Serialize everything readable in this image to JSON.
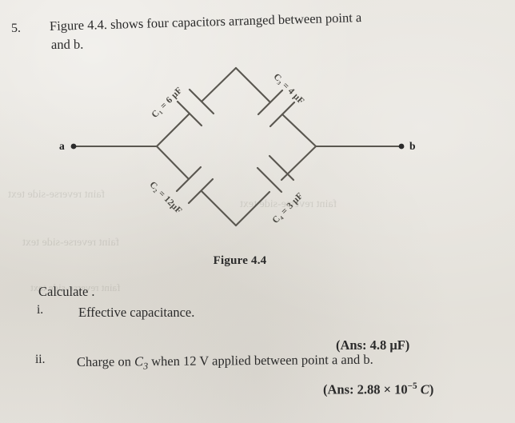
{
  "page": {
    "background_color": "#e6e3dd",
    "ink_color": "#4a4842"
  },
  "question": {
    "number": "5.",
    "line1": "Figure 4.4. shows four capacitors arranged between point a",
    "line2": "and b."
  },
  "figure": {
    "caption": "Figure 4.4",
    "terminals": [
      {
        "name": "a",
        "label": "a"
      },
      {
        "name": "b",
        "label": "b"
      }
    ],
    "capacitors": [
      {
        "id": "C1",
        "label": "C₁ = 6 μF",
        "value": 6,
        "unit": "μF",
        "position": "upper-left"
      },
      {
        "id": "C3",
        "label": "C₃ = 4 μF",
        "value": 4,
        "unit": "μF",
        "position": "upper-right"
      },
      {
        "id": "C2",
        "label": "C₂ = 12μF",
        "value": 12,
        "unit": "μF",
        "position": "lower-left"
      },
      {
        "id": "C4",
        "label": "C₄ = 3 μF",
        "value": 3,
        "unit": "μF",
        "position": "lower-right"
      }
    ]
  },
  "instructions": {
    "calculate": "Calculate .",
    "items": [
      {
        "marker": "i.",
        "text": "Effective capacitance.",
        "answer": "(Ans: 4.8 μF)"
      },
      {
        "marker": "ii.",
        "text_before": "Charge on ",
        "variable": "C",
        "variable_sub": "3",
        "text_after": " when 12 V applied between point a and b.",
        "answer_prefix": "(Ans: 2.88 × 10",
        "answer_exponent": "−5",
        "answer_unit": "C",
        "answer_suffix": ")"
      }
    ]
  },
  "bleed_through": {
    "line1": "faint reverse-side text",
    "line2": "faint reverse-side text",
    "line3": "faint reverse-side text",
    "line4": "faint reverse-side text"
  }
}
